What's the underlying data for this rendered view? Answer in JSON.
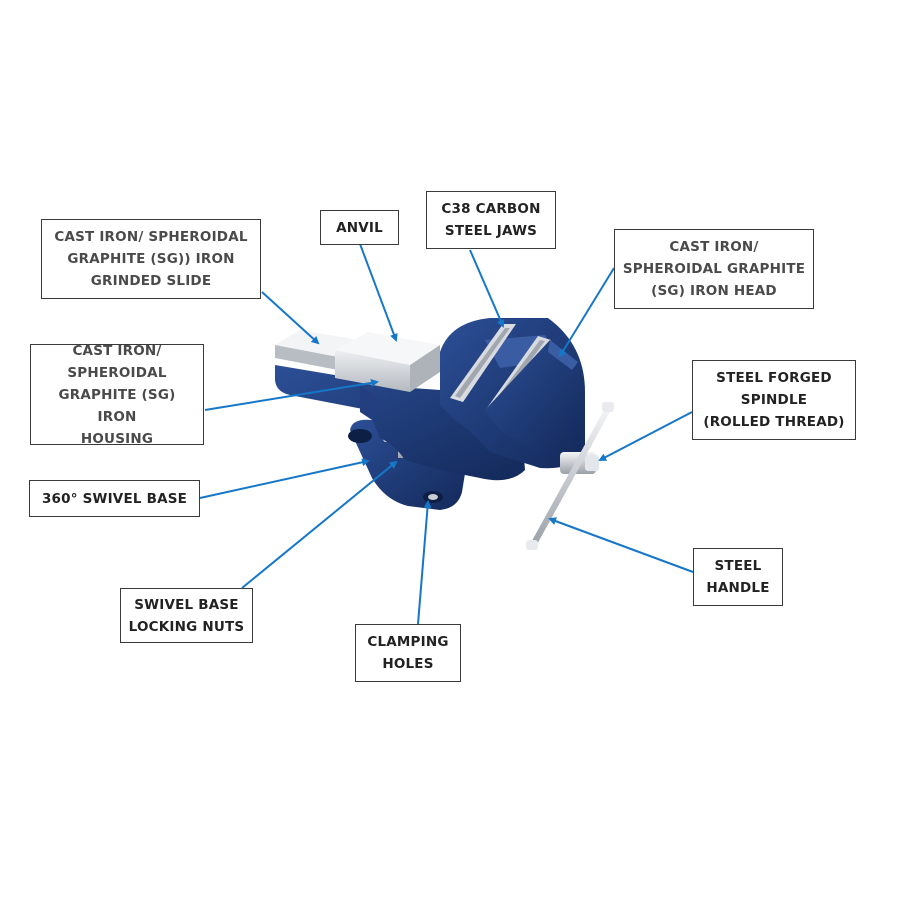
{
  "colors": {
    "leader_line": "#1677c9",
    "vise_body": "#1c3a78",
    "steel": "#c8ccd2"
  },
  "product": {
    "icon": "bench-vise-illustration"
  },
  "callouts": {
    "slide": "CAST IRON/ SPHEROIDAL\nGRAPHITE (SG)) IRON\nGRINDED SLIDE",
    "anvil": "ANVIL",
    "jaws": "C38 CARBON\nSTEEL JAWS",
    "head": "CAST IRON/\nSPHEROIDAL GRAPHITE\n(SG) IRON HEAD",
    "housing": "CAST IRON/\nSPHEROIDAL\nGRAPHITE (SG) IRON\nHOUSING",
    "spindle": "STEEL FORGED\nSPINDLE\n(ROLLED THREAD)",
    "swivel_base": "360° SWIVEL BASE",
    "handle": "STEEL\nHANDLE",
    "locking_nuts": "SWIVEL BASE\nLOCKING NUTS",
    "clamping_holes": "CLAMPING\nHOLES"
  }
}
